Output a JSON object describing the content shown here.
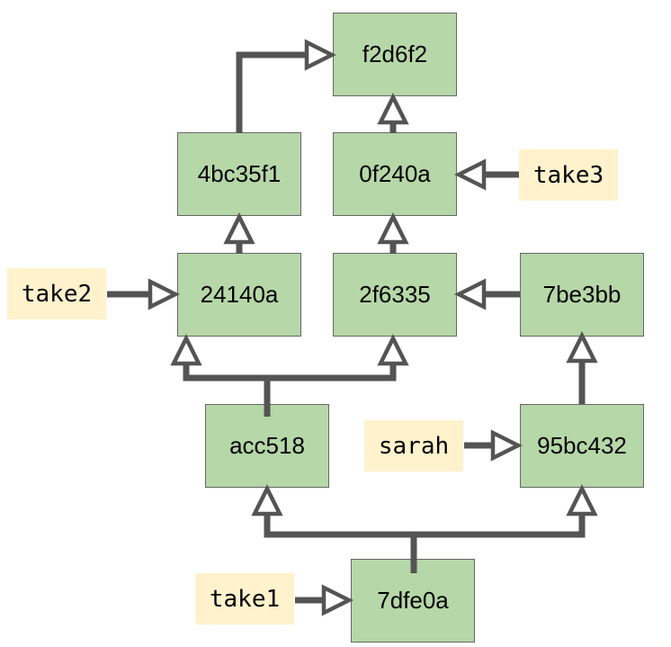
{
  "diagram": {
    "kind": "git-commit-graph",
    "background": "#ffffff"
  },
  "colors": {
    "commit_fill": "#b6d7a8",
    "commit_border": "#666666",
    "ref_fill": "#fff2cc",
    "arrow": "#545454",
    "text": "#000000"
  },
  "commits": [
    {
      "label": "f2d6f2"
    },
    {
      "label": "4bc35f1"
    },
    {
      "label": "0f240a"
    },
    {
      "label": "24140a"
    },
    {
      "label": "2f6335"
    },
    {
      "label": "7be3bb"
    },
    {
      "label": "acc518"
    },
    {
      "label": "95bc432"
    },
    {
      "label": "7dfe0a"
    }
  ],
  "refs": [
    {
      "name": "take3",
      "points_to": "0f240a"
    },
    {
      "name": "take2",
      "points_to": "24140a"
    },
    {
      "name": "sarah",
      "points_to": "95bc432"
    },
    {
      "name": "take1",
      "points_to": "7dfe0a"
    }
  ],
  "edges": [
    {
      "from": "24140a",
      "to": "4bc35f1"
    },
    {
      "from": "4bc35f1",
      "to": "f2d6f2"
    },
    {
      "from": "2f6335",
      "to": "0f240a"
    },
    {
      "from": "0f240a",
      "to": "f2d6f2"
    },
    {
      "from": "7be3bb",
      "to": "2f6335"
    },
    {
      "from": "95bc432",
      "to": "7be3bb"
    },
    {
      "from": "acc518",
      "to": "24140a"
    },
    {
      "from": "acc518",
      "to": "2f6335"
    },
    {
      "from": "7dfe0a",
      "to": "acc518"
    },
    {
      "from": "7dfe0a",
      "to": "95bc432"
    },
    {
      "from": "take3",
      "to": "0f240a"
    },
    {
      "from": "take2",
      "to": "24140a"
    },
    {
      "from": "sarah",
      "to": "95bc432"
    },
    {
      "from": "take1",
      "to": "7dfe0a"
    }
  ]
}
